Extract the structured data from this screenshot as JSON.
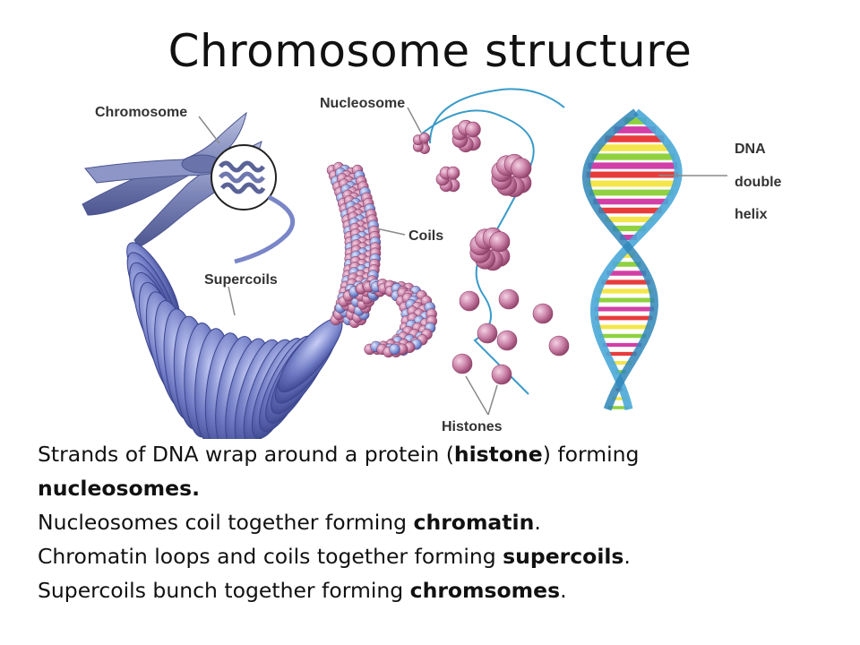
{
  "slide": {
    "title": "Chromosome structure"
  },
  "diagram": {
    "labels": {
      "chromosome": "Chromosome",
      "nucleosome": "Nucleosome",
      "coils": "Coils",
      "supercoils": "Supercoils",
      "histones": "Histones",
      "dna_line1": "DNA",
      "dna_line2": "double",
      "dna_line3": "helix"
    },
    "colors": {
      "chromosome": "#7d86b8",
      "supercoil": "#6f7bc4",
      "coil_pink": "#c0608f",
      "coil_blue": "#7a8fd0",
      "histone": "#c97fa6",
      "dna_backbone": "#4aa8d8",
      "base_yellow": "#f4e64a",
      "base_green": "#8fd13f",
      "base_magenta": "#d23fa6",
      "base_red": "#e83c3c"
    }
  },
  "text": {
    "line1_pre": "Strands of DNA wrap around a protein (",
    "line1_bold": "histone",
    "line1_post": ") forming",
    "line2_bold": "nucleosomes.",
    "line3_pre": "Nucleosomes coil together forming  ",
    "line3_bold": "chromatin",
    "line3_post": ".",
    "line4_pre": "Chromatin loops and coils together forming ",
    "line4_bold": "supercoils",
    "line4_post": ".",
    "line5_pre": "Supercoils bunch together forming ",
    "line5_bold": "chromsomes",
    "line5_post": "."
  }
}
